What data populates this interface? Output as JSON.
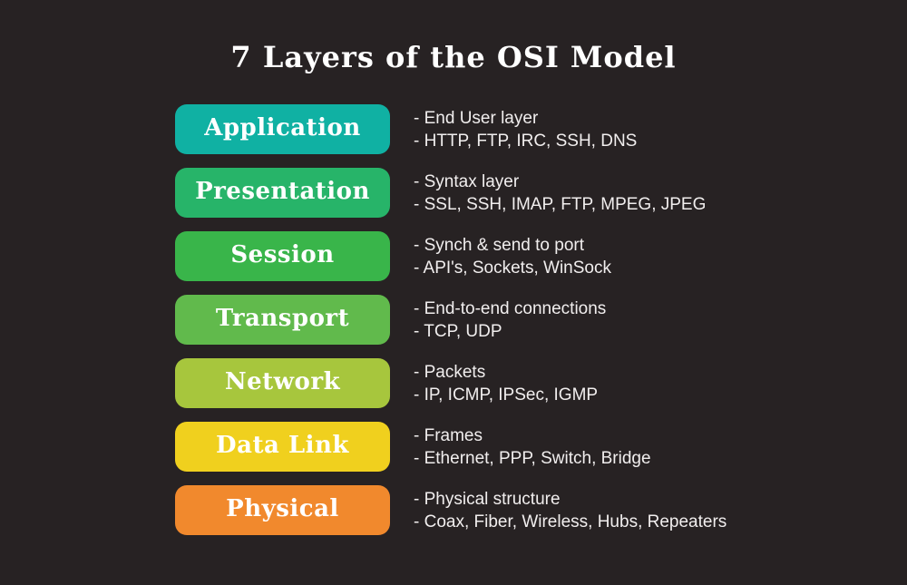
{
  "title": "7 Layers of the OSI Model",
  "background_color": "#272223",
  "text_color": "#ffffff",
  "layers": [
    {
      "name": "Application",
      "color": "#10b1a3",
      "lines": [
        "- End User layer",
        "- HTTP, FTP, IRC, SSH, DNS"
      ]
    },
    {
      "name": "Presentation",
      "color": "#27b469",
      "lines": [
        "- Syntax layer",
        "- SSL, SSH, IMAP, FTP, MPEG, JPEG"
      ]
    },
    {
      "name": "Session",
      "color": "#39b54a",
      "lines": [
        "- Synch & send to port",
        "- API's, Sockets, WinSock"
      ]
    },
    {
      "name": "Transport",
      "color": "#61ba4c",
      "lines": [
        "- End-to-end connections",
        "- TCP, UDP"
      ]
    },
    {
      "name": "Network",
      "color": "#a7c63d",
      "lines": [
        "- Packets",
        "- IP, ICMP, IPSec, IGMP"
      ]
    },
    {
      "name": "Data Link",
      "color": "#f0d01e",
      "lines": [
        "- Frames",
        "- Ethernet, PPP, Switch, Bridge"
      ]
    },
    {
      "name": "Physical",
      "color": "#f1892d",
      "lines": [
        "- Physical structure",
        "- Coax, Fiber, Wireless, Hubs, Repeaters"
      ]
    }
  ]
}
